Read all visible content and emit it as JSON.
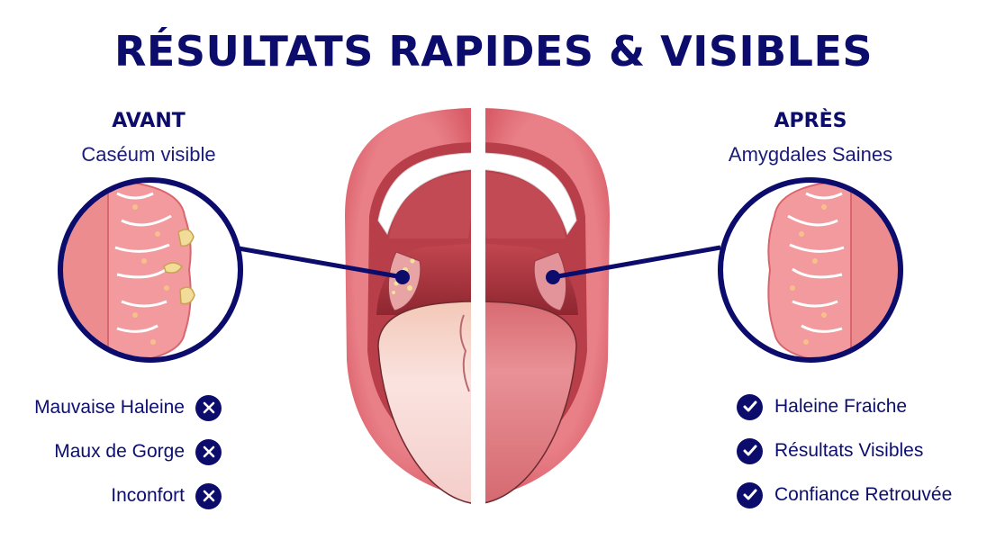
{
  "title": "RÉSULTATS RAPIDES & VISIBLES",
  "before": {
    "label": "AVANT",
    "subtitle": "Caséum visible",
    "items": [
      {
        "text": "Mauvaise Haleine",
        "icon": "x-circle-icon"
      },
      {
        "text": "Maux de Gorge",
        "icon": "x-circle-icon"
      },
      {
        "text": "Inconfort",
        "icon": "x-circle-icon"
      }
    ]
  },
  "after": {
    "label": "APRÈS",
    "subtitle": "Amygdales Saines",
    "items": [
      {
        "text": "Haleine Fraiche",
        "icon": "check-circle-icon"
      },
      {
        "text": "Résultats Visibles",
        "icon": "check-circle-icon"
      },
      {
        "text": "Confiance Retrouvée",
        "icon": "check-circle-icon"
      }
    ]
  },
  "colors": {
    "navy": "#0b0c6b",
    "lip": "#e06d75",
    "gum": "#c94a55",
    "tonsil_stone": "#f2dc9a",
    "tongue_before": "#f7dad6",
    "tongue_after": "#df7b80"
  }
}
